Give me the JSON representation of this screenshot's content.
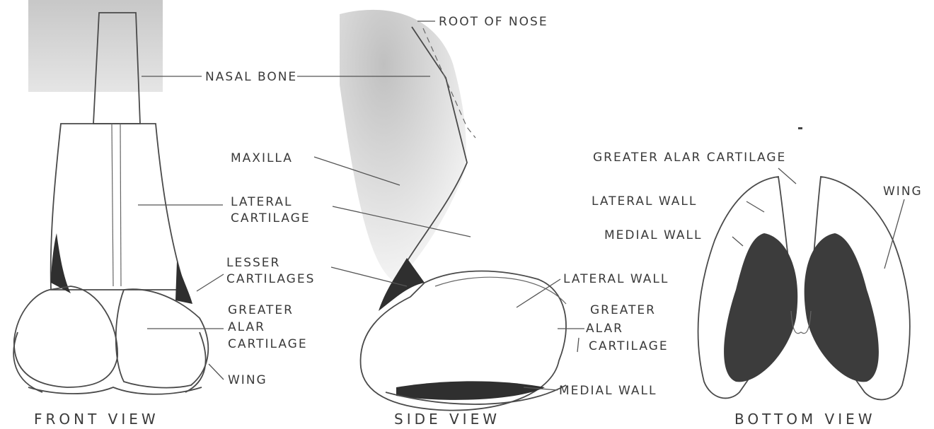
{
  "panels": {
    "front": {
      "caption": "FRONT VIEW",
      "labels": {
        "nasal_bone": "NASAL BONE",
        "lateral_cartilage_1": "LATERAL",
        "lateral_cartilage_2": "CARTILAGE",
        "lesser_cartilages_1": "LESSER",
        "lesser_cartilages_2": "CARTILAGES",
        "greater_alar_1": "GREATER",
        "greater_alar_2": "ALAR",
        "greater_alar_3": "CARTILAGE",
        "wing": "WING"
      }
    },
    "side": {
      "caption": "SIDE VIEW",
      "labels": {
        "root_of_nose": "ROOT OF NOSE",
        "maxilla": "MAXILLA",
        "lateral_wall": "LATERAL WALL",
        "greater_alar_1": "GREATER",
        "greater_alar_2": "ALAR",
        "greater_alar_3": "CARTILAGE",
        "medial_wall": "MEDIAL WALL"
      }
    },
    "bottom": {
      "caption": "BOTTOM VIEW",
      "labels": {
        "greater_alar_cartilage": "GREATER ALAR CARTILAGE",
        "lateral_wall": "LATERAL WALL",
        "medial_wall": "MEDIAL WALL",
        "wing": "WING"
      }
    }
  }
}
